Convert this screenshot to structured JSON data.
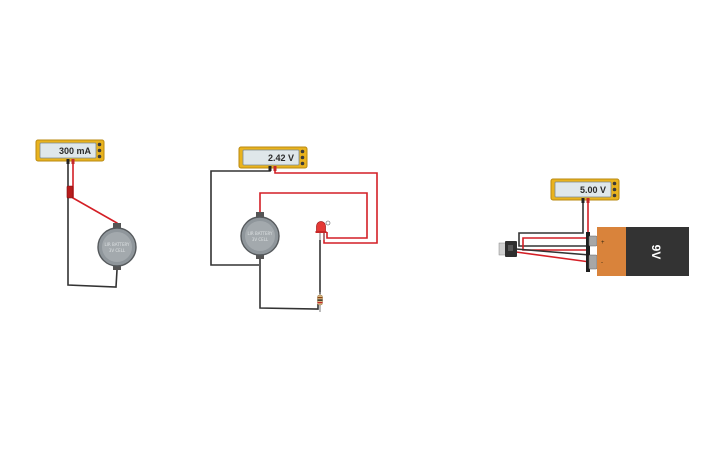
{
  "multimeters": [
    {
      "reading": "300 mA"
    },
    {
      "reading": "2.42 V"
    },
    {
      "reading": "5.00 V"
    }
  ],
  "coin_batteries": [
    {
      "label_line1": "LIR BATTERY",
      "label_line2": "3V CELL"
    },
    {
      "label_line1": "LIR BATTERY",
      "label_line2": "3V CELL"
    }
  ],
  "battery_9v": {
    "label": "9V",
    "plus_symbol": "+",
    "minus_symbol": "-"
  },
  "colors": {
    "wire_red": "#d41f26",
    "wire_black": "#333333",
    "multimeter_body": "#e9b31e",
    "led_red": "#e53935",
    "battery_9v_copper": "#d9833b",
    "battery_9v_black": "#333333"
  }
}
